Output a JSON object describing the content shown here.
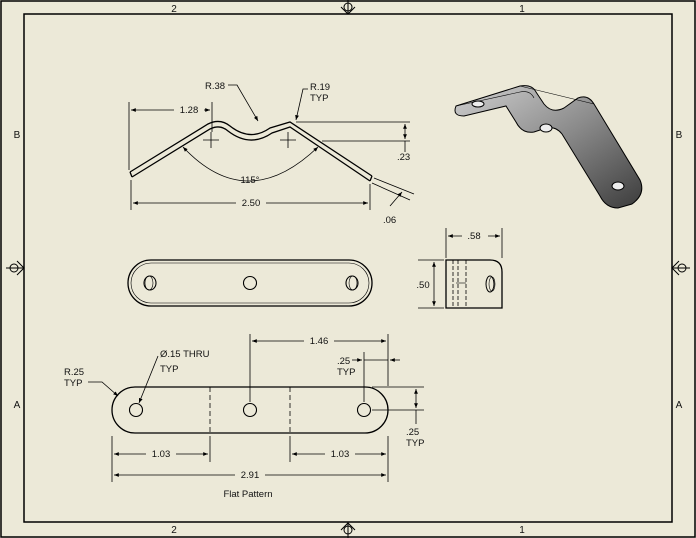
{
  "sheet": {
    "zones": {
      "top_left": "2",
      "top_right": "1",
      "bottom_left": "2",
      "bottom_right": "1",
      "left_top": "B",
      "left_bottom": "A",
      "right_top": "B",
      "right_bottom": "A"
    },
    "colors": {
      "background": "#ece9d8",
      "line": "#000000",
      "shade_dark": "#4a4a4a",
      "shade_light": "#a8a8a8"
    }
  },
  "front_view": {
    "r_top": "R.38",
    "r_right": "R.19",
    "r_right_typ": "TYP",
    "dim_left": "1.28",
    "dim_height": ".23",
    "angle": "115°",
    "dim_width": "2.50",
    "thickness": ".06"
  },
  "side_view": {
    "width": ".58",
    "height": ".50"
  },
  "flat_pattern": {
    "radius": "R.25",
    "radius_typ": "TYP",
    "hole": "Ø.15 THRU",
    "hole_typ": "TYP",
    "center_dist": "1.46",
    "edge_dist": ".25",
    "edge_typ": "TYP",
    "right_dist": ".25",
    "right_typ": "TYP",
    "left_bend": "1.03",
    "right_bend": "1.03",
    "overall": "2.91",
    "label": "Flat Pattern"
  }
}
